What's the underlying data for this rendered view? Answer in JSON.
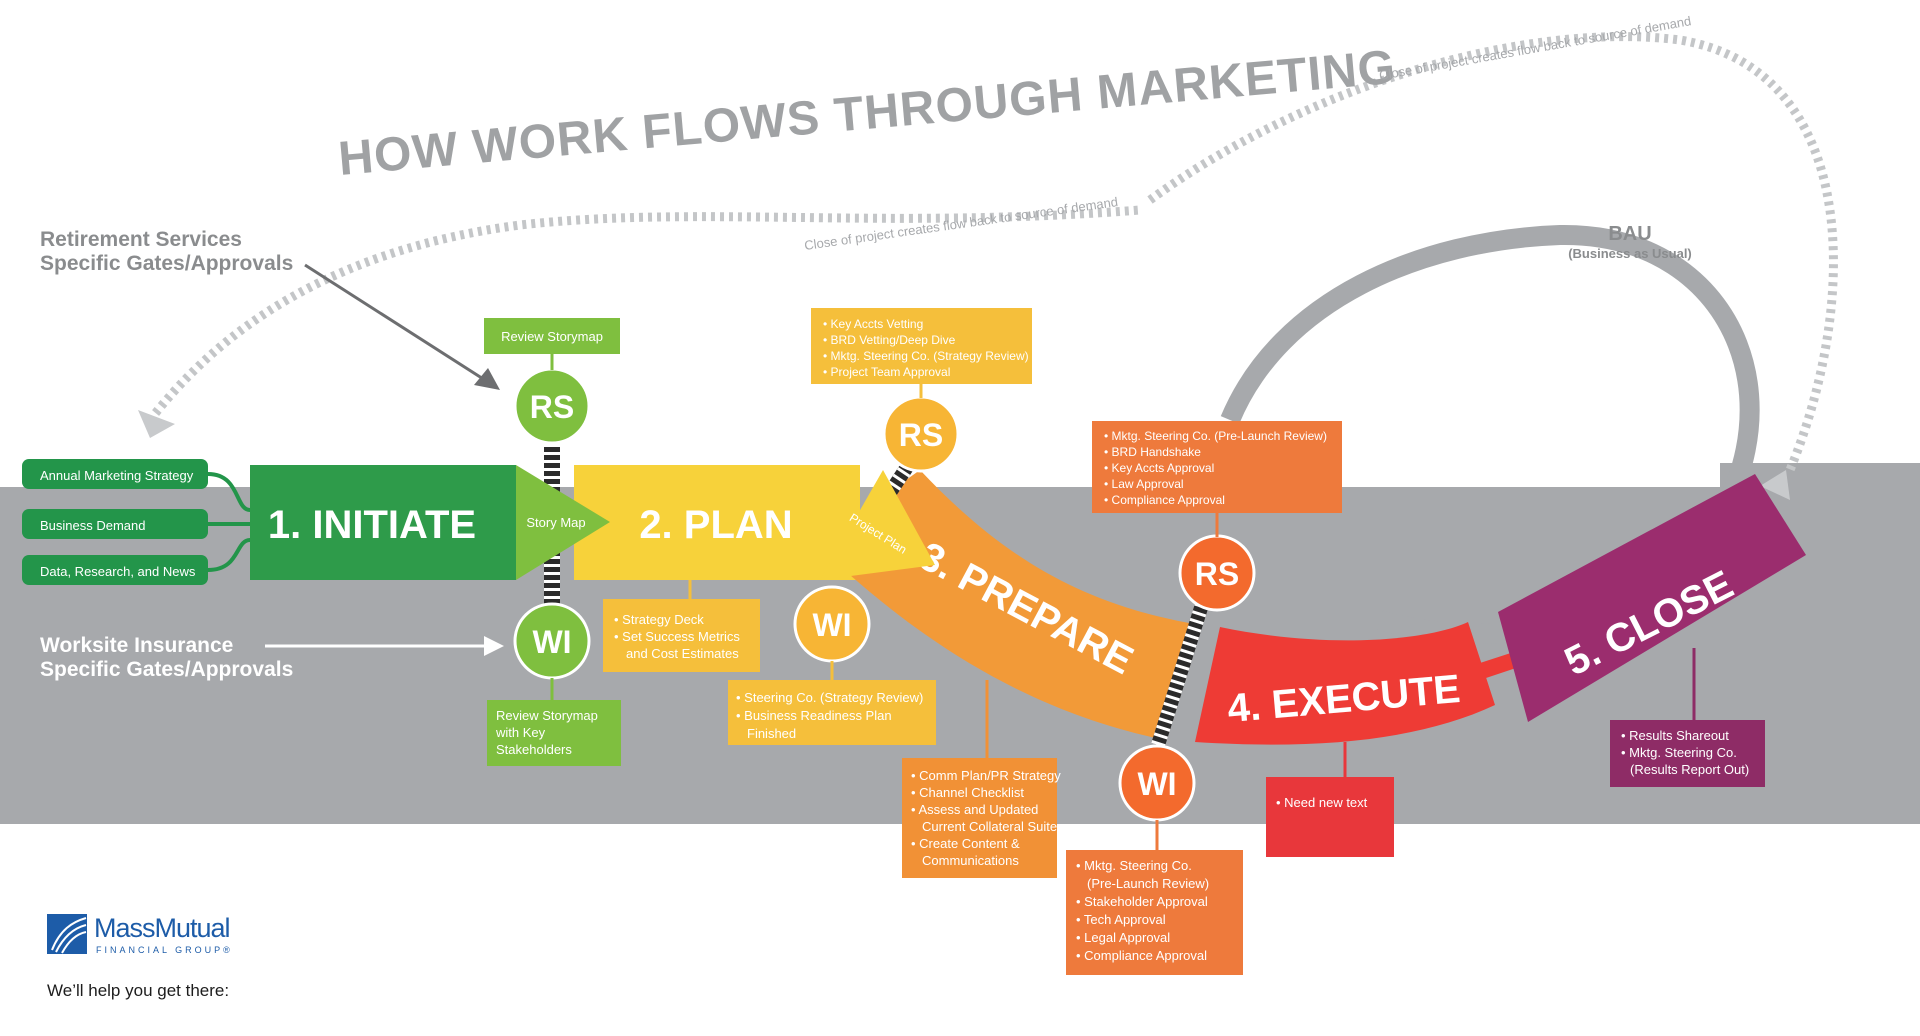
{
  "title": "HOW WORK FLOWS THROUGH MARKETING",
  "loop_note": "Close of project creates flow back to source of demand",
  "bau": {
    "title": "BAU",
    "subtitle": "(Business as Usual)"
  },
  "lanes": {
    "rs": [
      "Retirement Services",
      "Specific Gates/Approvals"
    ],
    "wi": [
      "Worksite Insurance",
      "Specific Gates/Approvals"
    ]
  },
  "inputs": [
    "Annual Marketing Strategy",
    "Business Demand",
    "Data, Research, and News"
  ],
  "stages": {
    "initiate": "1. INITIATE",
    "plan": "2. PLAN",
    "prepare": "3. PREPARE",
    "execute": "4. EXECUTE",
    "close": "5. CLOSE"
  },
  "gate_labels": {
    "rs": "RS",
    "wi": "WI"
  },
  "arrows": {
    "story_map": "Story Map",
    "project_plan": "Project Plan"
  },
  "boxes": {
    "rs1": [
      "Review Storymap"
    ],
    "wi1": [
      "Review Storymap",
      "with Key",
      "Stakeholders"
    ],
    "plan_deliverables": [
      "• Strategy Deck",
      "• Set Success Metrics",
      "and Cost Estimates"
    ],
    "rs2": [
      "• Key Accts Vetting",
      "• BRD Vetting/Deep Dive",
      "• Mktg. Steering Co. (Strategy Review)",
      "• Project Team Approval"
    ],
    "wi2": [
      "• Steering Co. (Strategy Review)",
      "• Business Readiness Plan",
      "Finished"
    ],
    "prepare_deliverables": [
      "• Comm Plan/PR Strategy",
      "• Channel Checklist",
      "• Assess and Updated",
      "Current Collateral Suite",
      "• Create Content &",
      "Communications"
    ],
    "rs3": [
      "• Mktg. Steering Co. (Pre-Launch Review)",
      "• BRD Handshake",
      "• Key Accts Approval",
      "• Law Approval",
      "• Compliance Approval"
    ],
    "wi3": [
      "• Mktg. Steering Co.",
      "(Pre-Launch Review)",
      "• Stakeholder Approval",
      "• Tech Approval",
      "• Legal Approval",
      "• Compliance Approval"
    ],
    "execute_box": [
      "• Need new text"
    ],
    "close_box": [
      "• Results Shareout",
      "• Mktg. Steering Co.",
      "(Results Report Out)"
    ]
  },
  "logo": {
    "name": "MassMutual",
    "sub": "FINANCIAL GROUP®",
    "tagline": "We’ll help you get there:"
  },
  "colors": {
    "initiate": "#2e9b4a",
    "input_box": "#23954a",
    "plan": "#f7d23a",
    "plan_box": "#f5bf3b",
    "prepare": "#f29a38",
    "prepare_box": "#f19136",
    "rs3_box": "#ee7a3c",
    "gate3": "#f36a2d",
    "execute": "#ee3b35",
    "execute_box": "#e8373b",
    "close": "#9b2d6e",
    "close_box": "#8e2c66",
    "gate1": "#7fbf3f",
    "band": "#a7a9ac",
    "text_gray": "#8a8c8e",
    "logo_blue": "#1d5ca8"
  }
}
